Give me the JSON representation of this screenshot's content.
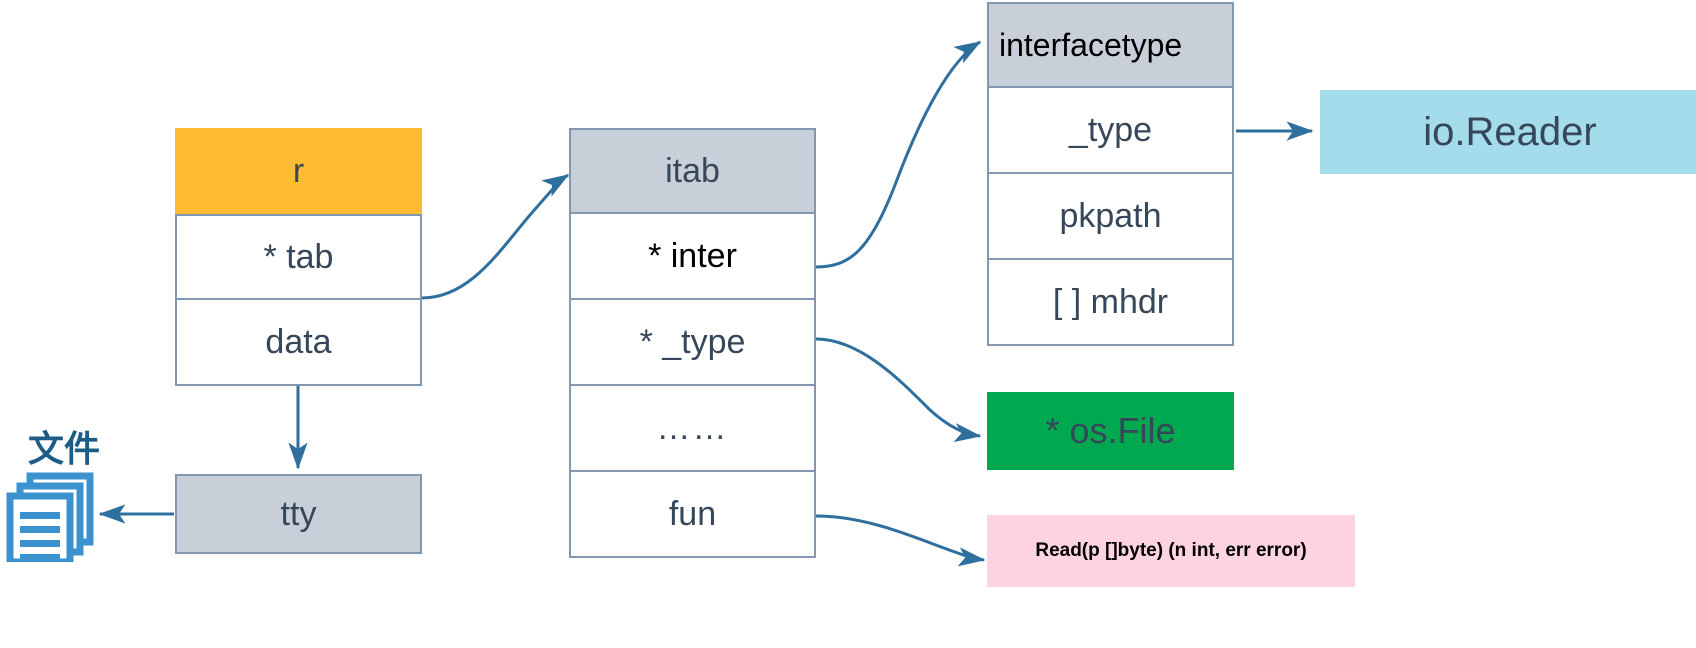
{
  "title": "Go interface memory layout diagram",
  "colors": {
    "orange_header": "#FDBA33",
    "gray_header": "#C9CFD8",
    "border": "#8497B0",
    "text_slate": "#37475A",
    "arrow_blue": "#2E6F9E",
    "io_reader_box": "#A5DCEC",
    "os_file_box": "#00A94F",
    "signature_box": "#FDD3E3",
    "file_icon": "#3C92CF"
  },
  "iface_struct": {
    "header": "r",
    "rows": [
      {
        "label": "* tab"
      },
      {
        "label": "data"
      }
    ]
  },
  "tty_box": {
    "label": "tty"
  },
  "file_label": {
    "text": "文件",
    "icon": "documents-stack-icon"
  },
  "itab_struct": {
    "header": "itab",
    "rows": [
      {
        "label": "* inter"
      },
      {
        "label": "* _type"
      },
      {
        "label": "……"
      },
      {
        "label": "fun"
      }
    ]
  },
  "interfacetype_struct": {
    "header": "interfacetype",
    "rows": [
      {
        "label": "_type"
      },
      {
        "label": "pkpath"
      },
      {
        "label": "[ ] mhdr"
      }
    ]
  },
  "io_reader_box": {
    "label": "io.Reader"
  },
  "os_file_box": {
    "label": "* os.File"
  },
  "signature_box": {
    "label": "Read(p []byte) (n int, err error)"
  }
}
